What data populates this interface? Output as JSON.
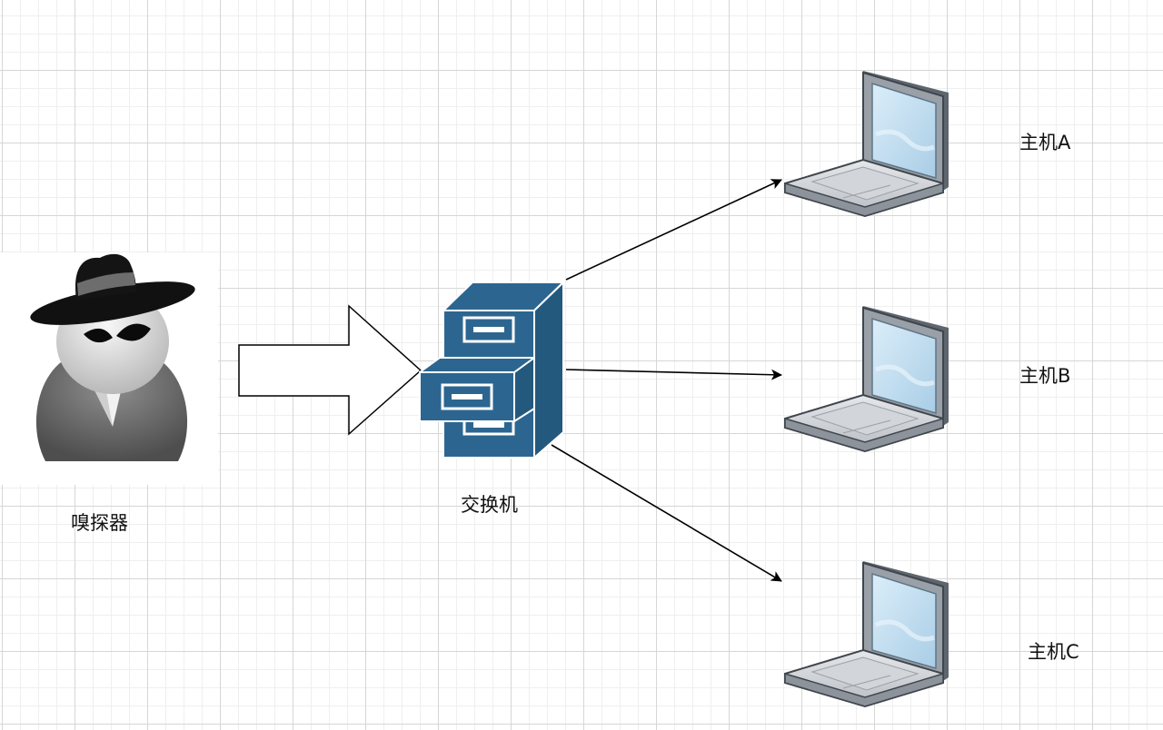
{
  "nodes": {
    "sniffer": {
      "label": "嗅探器",
      "icon": "spy-icon"
    },
    "switch": {
      "label": "交换机",
      "icon": "filing-cabinet-switch-icon",
      "color": "#2c6690"
    },
    "host_a": {
      "label": "主机A",
      "icon": "laptop-icon"
    },
    "host_b": {
      "label": "主机B",
      "icon": "laptop-icon"
    },
    "host_c": {
      "label": "主机C",
      "icon": "laptop-icon"
    }
  },
  "edges": [
    {
      "from": "sniffer",
      "to": "switch",
      "style": "block-arrow"
    },
    {
      "from": "switch",
      "to": "host_a",
      "style": "arrow"
    },
    {
      "from": "switch",
      "to": "host_b",
      "style": "arrow"
    },
    {
      "from": "switch",
      "to": "host_c",
      "style": "arrow"
    }
  ],
  "colors": {
    "grid_major": "#d6d6d6",
    "grid_minor": "#efefef",
    "edge": "#000000",
    "switch_blue": "#2c6690",
    "laptop_frame": "#8f959c",
    "laptop_screen": "#c4dff1"
  }
}
